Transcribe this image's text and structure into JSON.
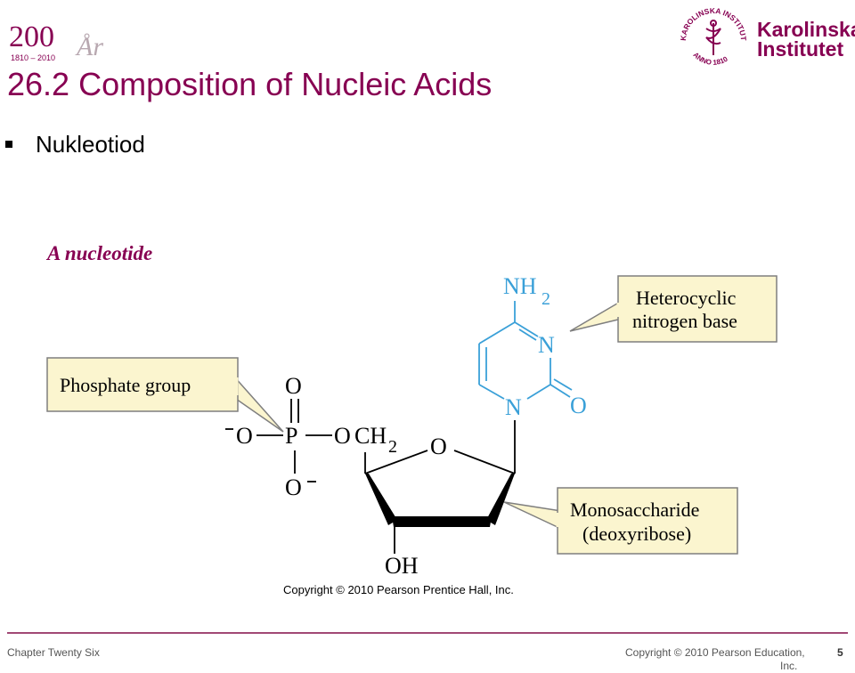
{
  "header": {
    "logo_year": "200",
    "logo_years_range": "1810 – 2010",
    "logo_script": "År",
    "title": "26.2 Composition of Nucleic Acids",
    "institute_line1": "Karolinska",
    "institute_line2": "Institutet",
    "seal_text": "KAROLINSKA INSTITUTET",
    "seal_year": "ANNO 1810"
  },
  "bullet": "Nukleotiod",
  "diagram": {
    "heading": "A nucleotide",
    "callouts": {
      "phosphate": "Phosphate group",
      "base_line1": "Heterocyclic",
      "base_line2": "nitrogen base",
      "sugar_line1": "Monosaccharide",
      "sugar_line2": "(deoxyribose)"
    },
    "atoms": {
      "o_top": "O",
      "o_minus_left": "O",
      "p": "P",
      "o_link": "O",
      "ch2_c": "CH",
      "ch2_sub": "2",
      "o_bottom": "O",
      "o_ring": "O",
      "oh": "OH",
      "nh2": "NH",
      "nh2_sub": "2",
      "n_upper": "N",
      "n_lower": "N",
      "o_carbonyl": "O"
    },
    "copyright": "Copyright © 2010 Pearson Prentice Hall, Inc."
  },
  "footer": {
    "chapter": "Chapter Twenty Six",
    "copyright_line1": "Copyright © 2010 Pearson Education,",
    "copyright_line2": "Inc.",
    "page": "5"
  },
  "colors": {
    "accent": "#870052",
    "callout_fill": "#fbf5cf",
    "callout_stroke": "#7f7f7f",
    "ring_blue": "#3aa0d8"
  }
}
